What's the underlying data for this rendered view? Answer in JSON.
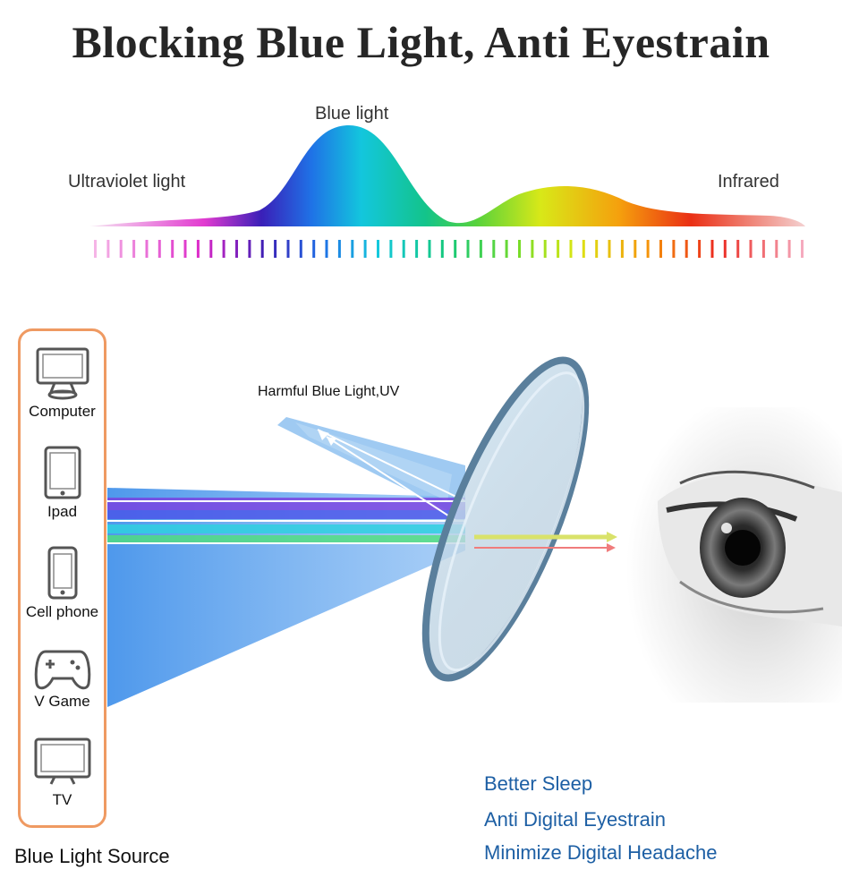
{
  "title": "Blocking Blue Light, Anti Eyestrain",
  "spectrum": {
    "labels": {
      "uv": "Ultraviolet light",
      "blue": "Blue light",
      "ir": "Infrared"
    }
  },
  "devices": [
    {
      "label": "Computer",
      "icon": "computer-icon"
    },
    {
      "label": "Ipad",
      "icon": "tablet-icon"
    },
    {
      "label": "Cell phone",
      "icon": "phone-icon"
    },
    {
      "label": "V Game",
      "icon": "gamepad-icon"
    },
    {
      "label": "TV",
      "icon": "tv-icon"
    }
  ],
  "source_title": "Blue Light Source",
  "harmful_label": "Harmful Blue Light,UV",
  "benefits": [
    "Better Sleep",
    "Anti Digital Eyestrain",
    "Minimize Digital Headache"
  ],
  "colors": {
    "accent_border": "#ef9a62",
    "benefit_text": "#1d5fa4",
    "beam_blue": "#3d8ee6"
  }
}
